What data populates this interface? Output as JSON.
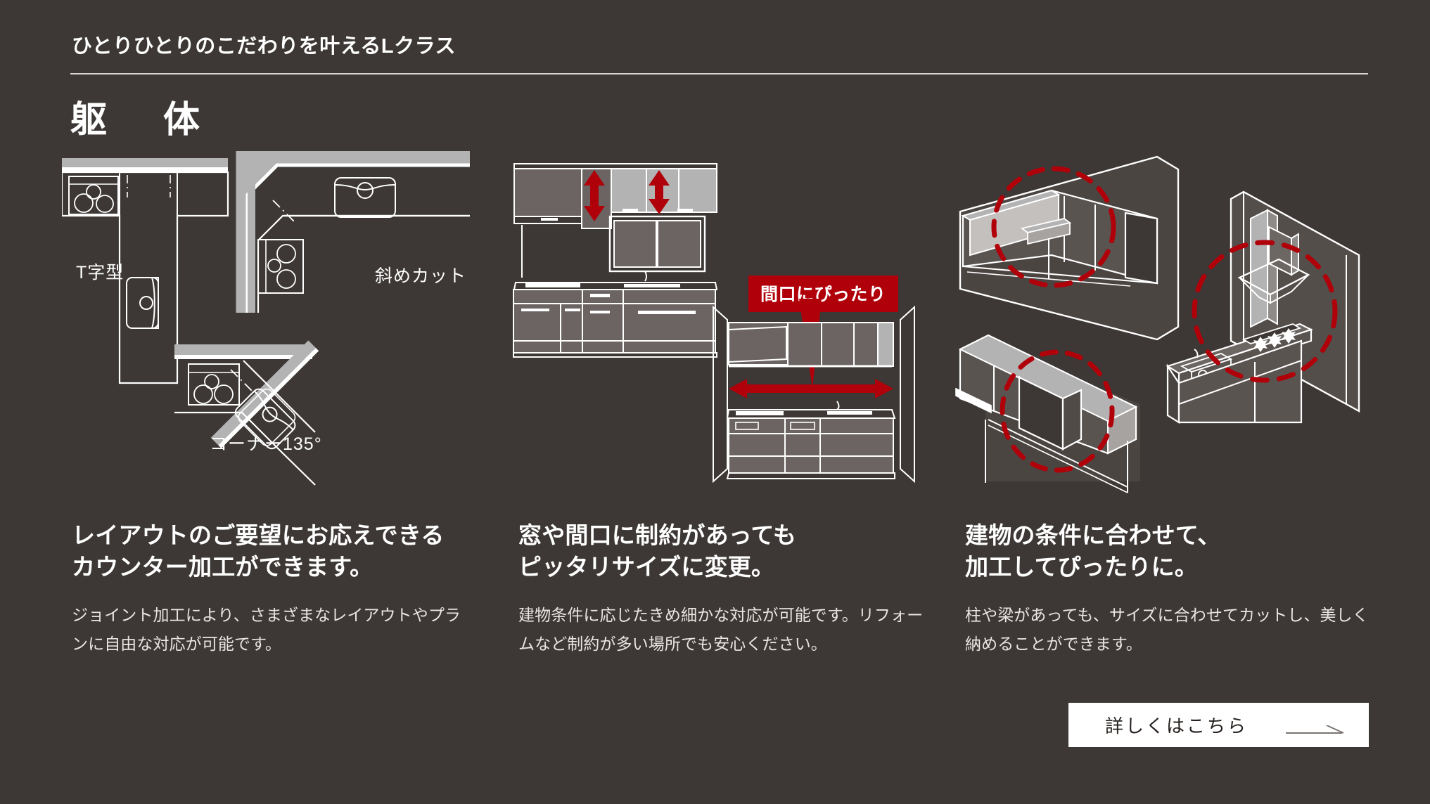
{
  "header": {
    "eyebrow": "ひとりひとりのこだわりを叶えるLクラス",
    "section_title": "躯　体"
  },
  "colors": {
    "background": "#3d3835",
    "accent_red": "#b00009",
    "line_white": "#ffffff",
    "panel_light_gray": "#b3b3b3",
    "panel_mid_gray": "#6b6462",
    "cta_background": "#ffffff",
    "cta_text": "#26211f"
  },
  "diagram_labels": {
    "t_shape": "T字型",
    "diagonal_cut": "斜めカット",
    "corner_135": "コーナー135°"
  },
  "callout": {
    "opening_fit": "間口にぴったり"
  },
  "columns": [
    {
      "lead_lines": [
        "レイアウトのご要望にお応えできる",
        "カウンター加工ができます。"
      ],
      "body": "ジョイント加工により、さまざまなレイアウトやプランに自由な対応が可能です。"
    },
    {
      "lead_lines": [
        "窓や間口に制約があっても",
        "ピッタリサイズに変更。"
      ],
      "body": "建物条件に応じたきめ細かな対応が可能です。リフォームなど制約が多い場所でも安心ください。"
    },
    {
      "lead_lines": [
        "建物の条件に合わせて、",
        "加工してぴったりに。"
      ],
      "body": "柱や梁があっても、サイズに合わせてカットし、美しく納めることができます。"
    }
  ],
  "cta": {
    "label": "詳しくはこちら",
    "icon": "arrow-right-icon"
  }
}
